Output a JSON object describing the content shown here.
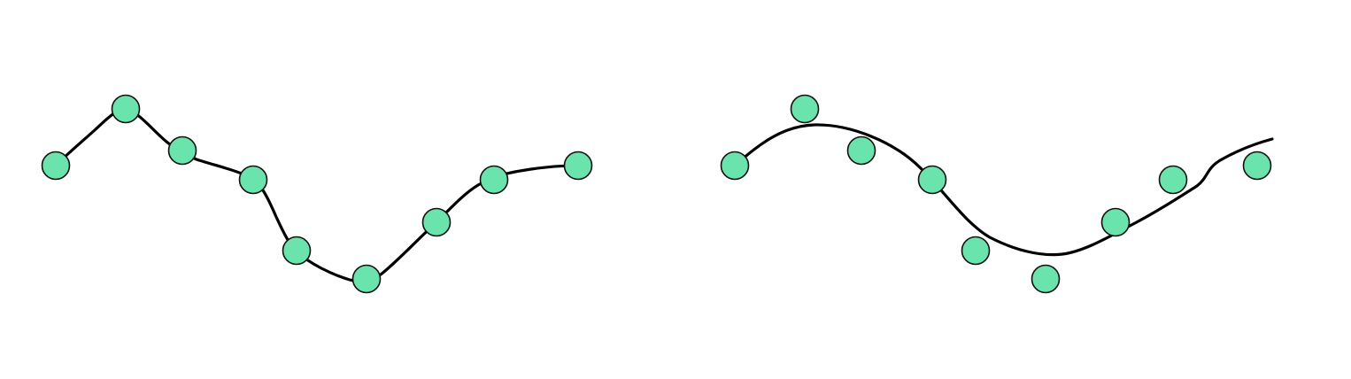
{
  "colors": {
    "background": "#ffffff",
    "point_fill": "#6ae3ad",
    "point_stroke": "#111111",
    "curve": "#000000"
  },
  "panels": [
    {
      "id": "interpolation",
      "points": [
        [
          0,
          0
        ],
        [
          1,
          2
        ],
        [
          2,
          0.5
        ],
        [
          3,
          -0.5
        ],
        [
          4,
          -3
        ],
        [
          5,
          -4
        ],
        [
          6,
          -2
        ],
        [
          7,
          -0.5
        ],
        [
          8,
          0
        ]
      ]
    },
    {
      "id": "regression",
      "points": [
        [
          0,
          0
        ],
        [
          1,
          2
        ],
        [
          2,
          0.5
        ],
        [
          3,
          -0.5
        ],
        [
          4,
          -3
        ],
        [
          5,
          -4
        ],
        [
          6,
          -2
        ],
        [
          7,
          -0.5
        ],
        [
          8,
          0
        ]
      ]
    }
  ]
}
